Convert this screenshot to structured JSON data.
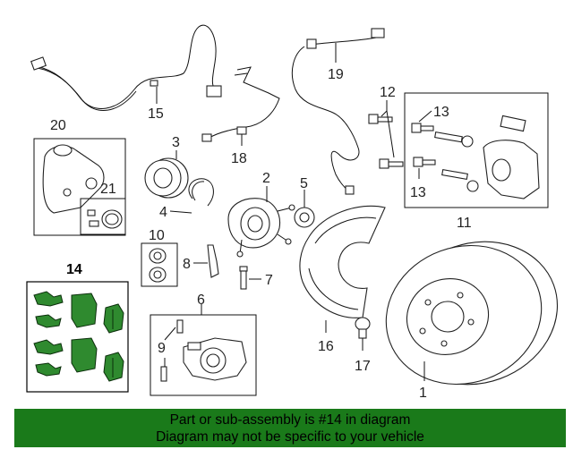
{
  "diagram": {
    "callouts": {
      "c1": "1",
      "c2": "2",
      "c3": "3",
      "c4": "4",
      "c5": "5",
      "c6": "6",
      "c7": "7",
      "c8": "8",
      "c9": "9",
      "c10": "10",
      "c11": "11",
      "c12": "12",
      "c13a": "13",
      "c13b": "13",
      "c14": "14",
      "c15": "15",
      "c16": "16",
      "c17": "17",
      "c18": "18",
      "c19": "19",
      "c20": "20",
      "c21": "21"
    },
    "highlight_color": "#2f8a2f"
  },
  "banner": {
    "line1": "Part or sub-assembly is #14 in diagram",
    "line2": "Diagram may not be specific to your vehicle",
    "color": "#1a7a1a"
  }
}
